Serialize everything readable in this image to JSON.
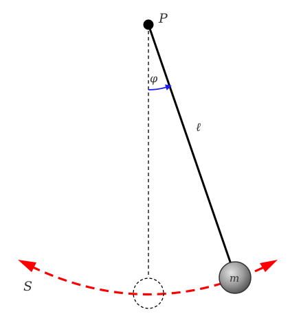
{
  "labels": {
    "pivot": "P",
    "angle": "φ",
    "length": "ℓ",
    "mass": "m",
    "arc": "S"
  },
  "colors": {
    "rod": "#000000",
    "pivot": "#000000",
    "vertical_line": "#000000",
    "angle_arc": "#1a1aff",
    "swing_path": "#ff0000",
    "bob_fill_light": "#dcdcdc",
    "bob_fill_dark": "#6a6a6a",
    "bob_stroke": "#333333",
    "rest_position_outline": "#000000"
  }
}
